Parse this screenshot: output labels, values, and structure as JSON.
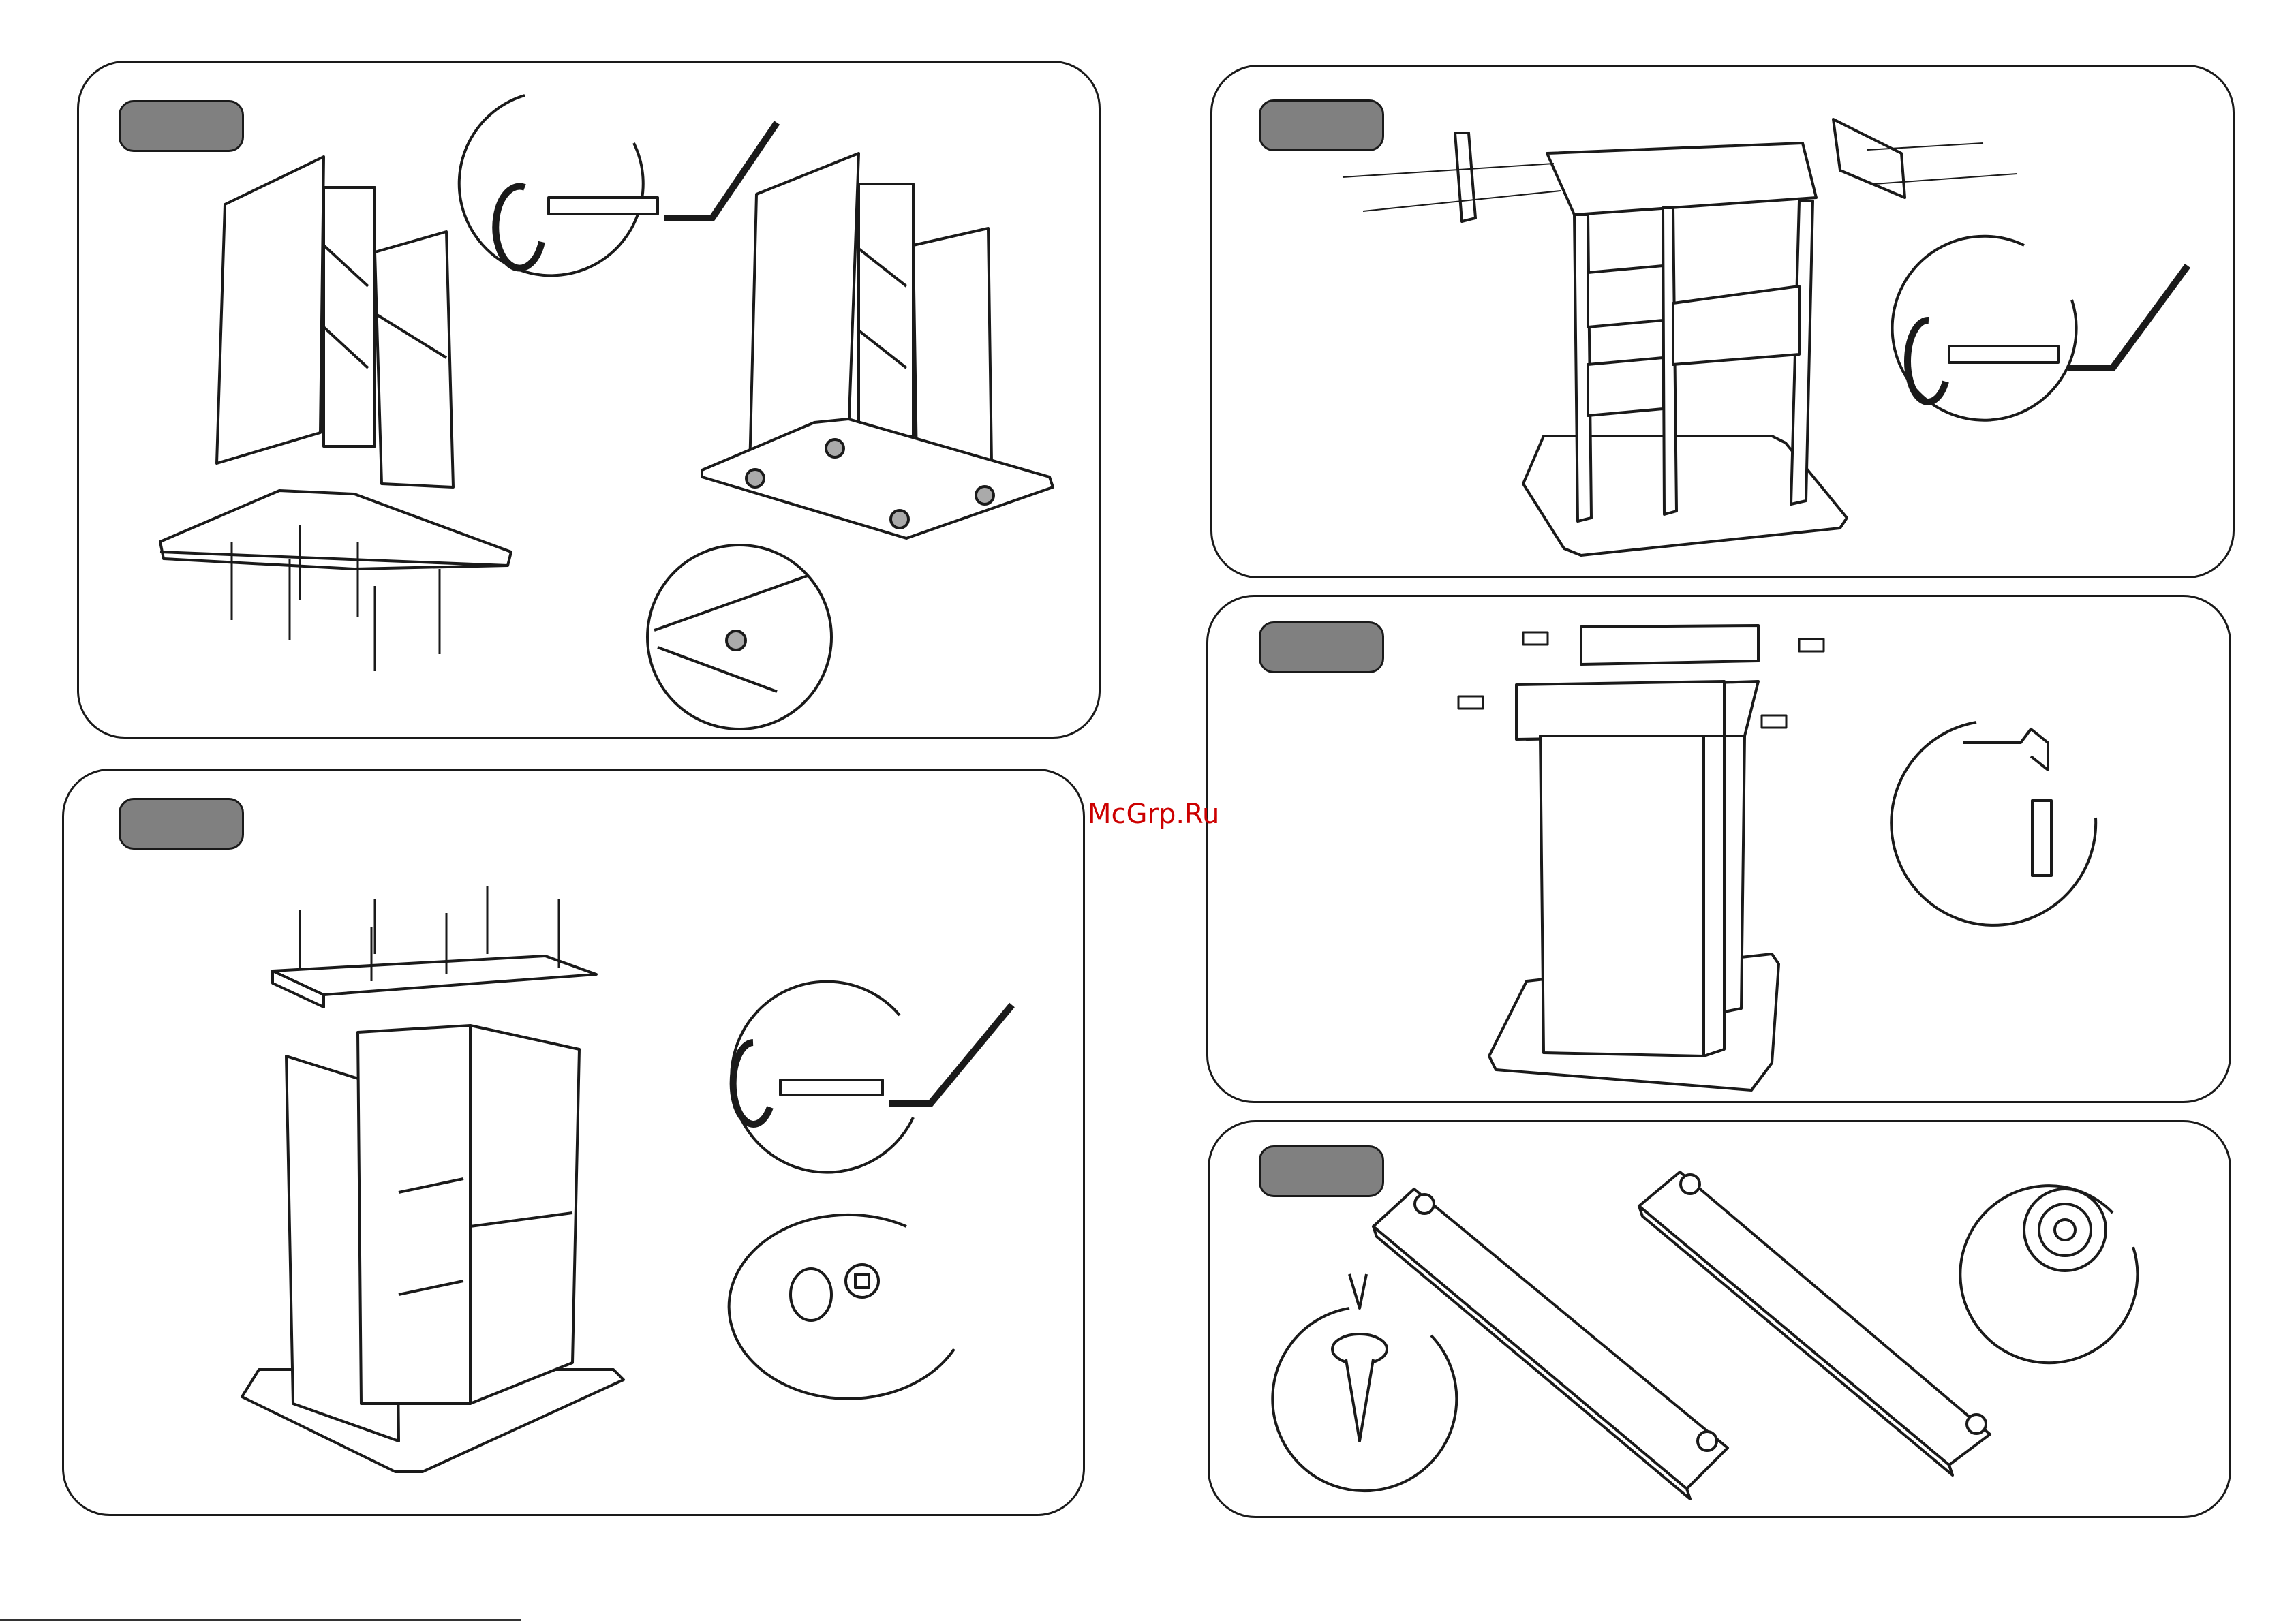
{
  "document": {
    "watermark": "McGrp.Ru",
    "colors": {
      "line": "#1a1a1a",
      "badge": "#808080",
      "hole": "#aaaaaa",
      "watermark": "#cc0000"
    }
  },
  "steps": [
    {
      "id": "step-1",
      "badge_label": "",
      "icons": [
        "allen-key-icon",
        "cam-bolt-icon",
        "rotate-arrow-icon",
        "magnifier-callout-icon"
      ]
    },
    {
      "id": "step-2",
      "badge_label": "",
      "icons": [
        "allen-key-icon",
        "cam-bolt-icon",
        "rotate-arrow-icon",
        "cam-lock-icon"
      ]
    },
    {
      "id": "step-3",
      "badge_label": "",
      "icons": [
        "allen-key-icon",
        "cam-bolt-icon",
        "rotate-arrow-icon"
      ]
    },
    {
      "id": "step-4",
      "badge_label": "",
      "icons": [
        "hammer-icon",
        "wooden-dowel-icon"
      ]
    },
    {
      "id": "step-5",
      "badge_label": "",
      "icons": [
        "screwdriver-icon",
        "wood-screw-icon",
        "foot-pad-icon"
      ]
    }
  ]
}
